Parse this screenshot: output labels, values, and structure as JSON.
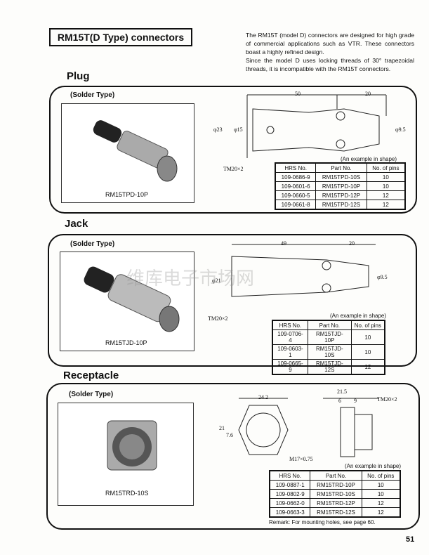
{
  "title": "RM15T(D Type) connectors",
  "intro": [
    "The RM15T (model D) connectors are designed for high grade of commercial applications such as VTR. These connectors boast a highly refined design.",
    "Since the model D uses locking threads of 30° trapezoidal threads, it is incompatible with the RM15T connectors."
  ],
  "watermark": "维库电子市场网",
  "columns": {
    "hrs": "HRS No.",
    "part": "Part No.",
    "pins": "No. of pins"
  },
  "example_note": "(An example in shape)",
  "plug": {
    "heading": "Plug",
    "subtitle": "(Solder Type)",
    "caption": "RM15TPD-10P",
    "dims": {
      "len1": "50",
      "len2": "20",
      "d1": "φ23",
      "d2": "φ15",
      "d3": "φ9.5",
      "thread": "TM20×2"
    },
    "rows": [
      [
        "109-0686-9",
        "RM15TPD-10S",
        "10"
      ],
      [
        "109-0601-6",
        "RM15TPD-10P",
        "10"
      ],
      [
        "109-0660-5",
        "RM15TPD-12P",
        "12"
      ],
      [
        "109-0661-8",
        "RM15TPD-12S",
        "12"
      ]
    ]
  },
  "jack": {
    "heading": "Jack",
    "subtitle": "(Solder Type)",
    "caption": "RM15TJD-10P",
    "dims": {
      "len1": "49",
      "len2": "20",
      "d1": "φ21",
      "d3": "φ9.5",
      "thread": "TM20×2"
    },
    "rows": [
      [
        "109-0706-4",
        "RM15TJD-10P",
        "10"
      ],
      [
        "109-0603-1",
        "RM15TJD-10S",
        "10"
      ],
      [
        "109-0665-9",
        "RM15TJD-12S",
        "12"
      ]
    ]
  },
  "receptacle": {
    "heading": "Receptacle",
    "subtitle": "(Solder Type)",
    "caption": "RM15TRD-10S",
    "dims": {
      "w": "24.2",
      "h": "21",
      "h2": "7.6",
      "m": "M17×0.75",
      "len": "21.5",
      "a": "6",
      "b": "9",
      "thread": "TM20×2"
    },
    "rows": [
      [
        "109-0887-1",
        "RM15TRD-10P",
        "10"
      ],
      [
        "109-0802-9",
        "RM15TRD-10S",
        "10"
      ],
      [
        "109-0662-0",
        "RM15TRD-12P",
        "12"
      ],
      [
        "109-0663-3",
        "RM15TRD-12S",
        "12"
      ]
    ],
    "remark": "Remark:  For mounting holes, see page 60."
  },
  "page_number": "51"
}
